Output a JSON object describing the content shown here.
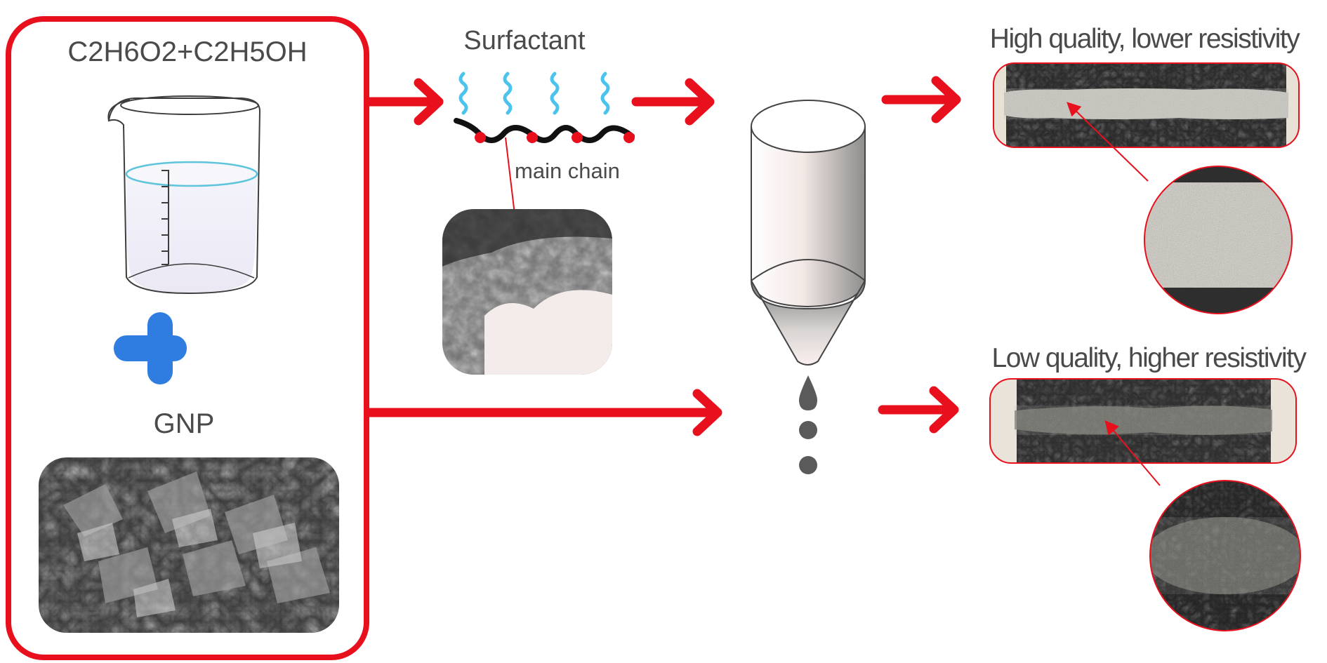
{
  "inputs": {
    "solvent_label": "C2H6O2+C2H5OH",
    "plus_icon": "plus-icon",
    "gnp_label": "GNP"
  },
  "surfactant": {
    "title": "Surfactant",
    "chain_label": "main chain"
  },
  "outcomes": {
    "high_quality_label": "High quality, lower resistivity",
    "low_quality_label": "Low quality, higher resistivity"
  },
  "colors": {
    "accent_red": "#e8101c",
    "plus_blue": "#2f7de1",
    "tail_cyan": "#4cc3ec",
    "text_gray": "#4a4a4a"
  }
}
